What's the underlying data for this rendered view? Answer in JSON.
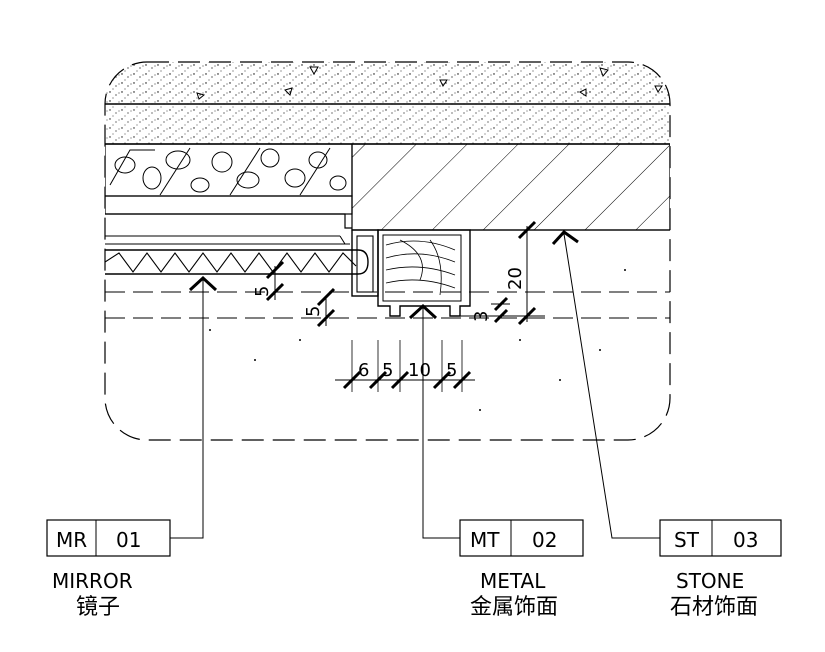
{
  "dimensions": {
    "d5_mirror": "5",
    "d5_gap": "5",
    "d3_offset": "3",
    "d20_height": "20",
    "d6": "6",
    "d5_a": "5",
    "d10": "10",
    "d5_b": "5"
  },
  "tags": {
    "mirror": {
      "code": "MR",
      "number": "01",
      "name_en": "MIRROR",
      "name_cn": "镜子"
    },
    "metal": {
      "code": "MT",
      "number": "02",
      "name_en": "METAL",
      "name_cn": "金属饰面"
    },
    "stone": {
      "code": "ST",
      "number": "03",
      "name_en": "STONE",
      "name_cn": "石材饰面"
    }
  }
}
